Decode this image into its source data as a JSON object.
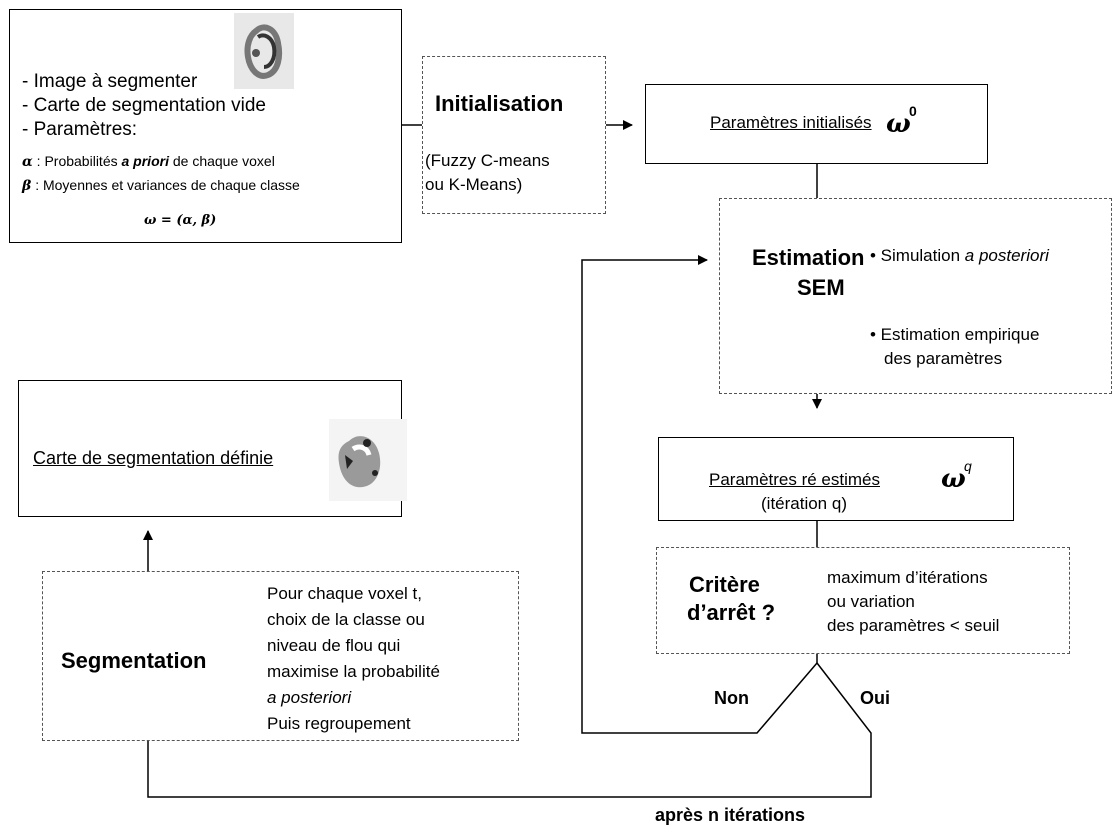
{
  "input_box": {
    "line1": "- Image à segmenter",
    "line2": "- Carte de segmentation vide",
    "line3": "- Paramètres:",
    "alpha_symbol": "α",
    "alpha_text_pre": ": Probabilités ",
    "alpha_text_em": "a priori",
    "alpha_text_post": " de chaque voxel",
    "beta_symbol": "β",
    "beta_text": ": Moyennes et variances de chaque classe",
    "omega_formula": "ω = (α, β)"
  },
  "initialisation": {
    "title": "Initialisation",
    "line1": "(Fuzzy C-means",
    "line2": "ou K-Means)"
  },
  "init_params": {
    "label": "Paramètres initialisés",
    "symbol": "ω",
    "superscript": "0"
  },
  "estimation": {
    "title_line1": "Estimation",
    "title_line2": "SEM",
    "bullet1_pre": "• Simulation ",
    "bullet1_em": "a posteriori",
    "bullet2_line1": "• Estimation empirique",
    "bullet2_line2": "des paramètres"
  },
  "reestimated": {
    "label": "Paramètres ré estimés",
    "symbol": "ω",
    "superscript": "q",
    "sub": "(itération q)"
  },
  "stop": {
    "title_line1": "Critère",
    "title_line2": "d’arrêt ?",
    "line1": "maximum d’itérations",
    "line2": "ou variation",
    "line3": "des paramètres < seuil"
  },
  "branches": {
    "no": "Non",
    "yes": "Oui"
  },
  "final_map": {
    "label": "Carte de segmentation définie"
  },
  "segmentation": {
    "title": "Segmentation",
    "line1": "Pour chaque voxel t,",
    "line2": "choix de la classe ou",
    "line3": "niveau de flou qui",
    "line4": "maximise la probabilité",
    "line5": "a posteriori",
    "line6": "Puis regroupement"
  },
  "bottom_label": "après n itérations"
}
